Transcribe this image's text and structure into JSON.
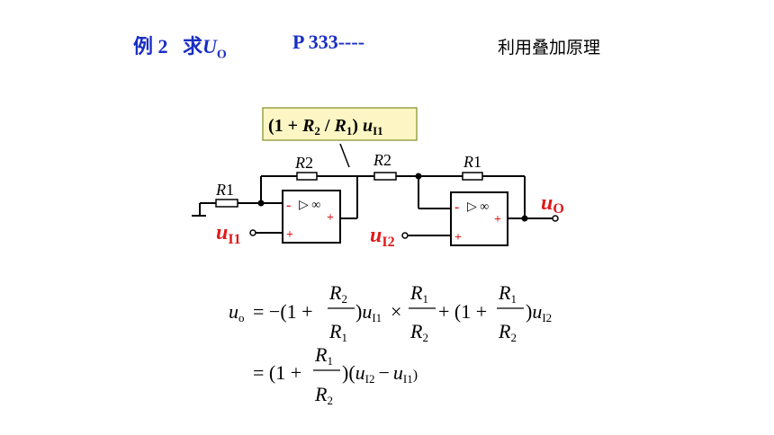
{
  "header": {
    "example_label": "例 2",
    "find_label": "求",
    "target_var": "U",
    "target_sub": "O",
    "page_ref": "P 333----",
    "principle": "利用叠加原理"
  },
  "callout": {
    "open": "(1 + ",
    "r2": "R",
    "r2_sub": "2",
    "slash": " / ",
    "r1": "R",
    "r1_sub": "1",
    "close": ") ",
    "u": "u",
    "u_sub": "I1"
  },
  "circuit": {
    "resistors": [
      {
        "var": "R",
        "sub": "1"
      },
      {
        "var": "R",
        "sub": "2"
      },
      {
        "var": "R",
        "sub": "2"
      },
      {
        "var": "R",
        "sub": "1"
      }
    ],
    "opamp_symbol": "▷ ∞",
    "minus": "-",
    "plus": "+",
    "input1": {
      "var": "u",
      "sub": "I1"
    },
    "input2": {
      "var": "u",
      "sub": "I2"
    },
    "output": {
      "var": "u",
      "sub": "O"
    }
  },
  "equation": {
    "line1": {
      "lhs_var": "u",
      "lhs_sub": "o",
      "eq": "= −(1 +",
      "frac1_num": "R",
      "frac1_num_sub": "2",
      "frac1_den": "R",
      "frac1_den_sub": "1",
      "after1": ")",
      "u1": "u",
      "u1_sub": "I1",
      "times": "×",
      "frac2_num": "R",
      "frac2_num_sub": "1",
      "frac2_den": "R",
      "frac2_den_sub": "2",
      "plus_open": "+ (1 +",
      "frac3_num": "R",
      "frac3_num_sub": "1",
      "frac3_den": "R",
      "frac3_den_sub": "2",
      "after3": ")",
      "u2": "u",
      "u2_sub": "I2"
    },
    "line2": {
      "eq": "= (1 +",
      "frac_num": "R",
      "frac_num_sub": "1",
      "frac_den": "R",
      "frac_den_sub": "2",
      "paren": ")(",
      "u2": "u",
      "u2_sub": "I2",
      "minus": "−",
      "u1": "u",
      "u1_sub": "I1",
      "close": ")"
    }
  },
  "colors": {
    "title_blue": "#1a2fc4",
    "signal_red": "#e11a1a",
    "callout_bg": "#fdf6c4",
    "callout_border": "#9aa04a",
    "wire": "#000000"
  }
}
